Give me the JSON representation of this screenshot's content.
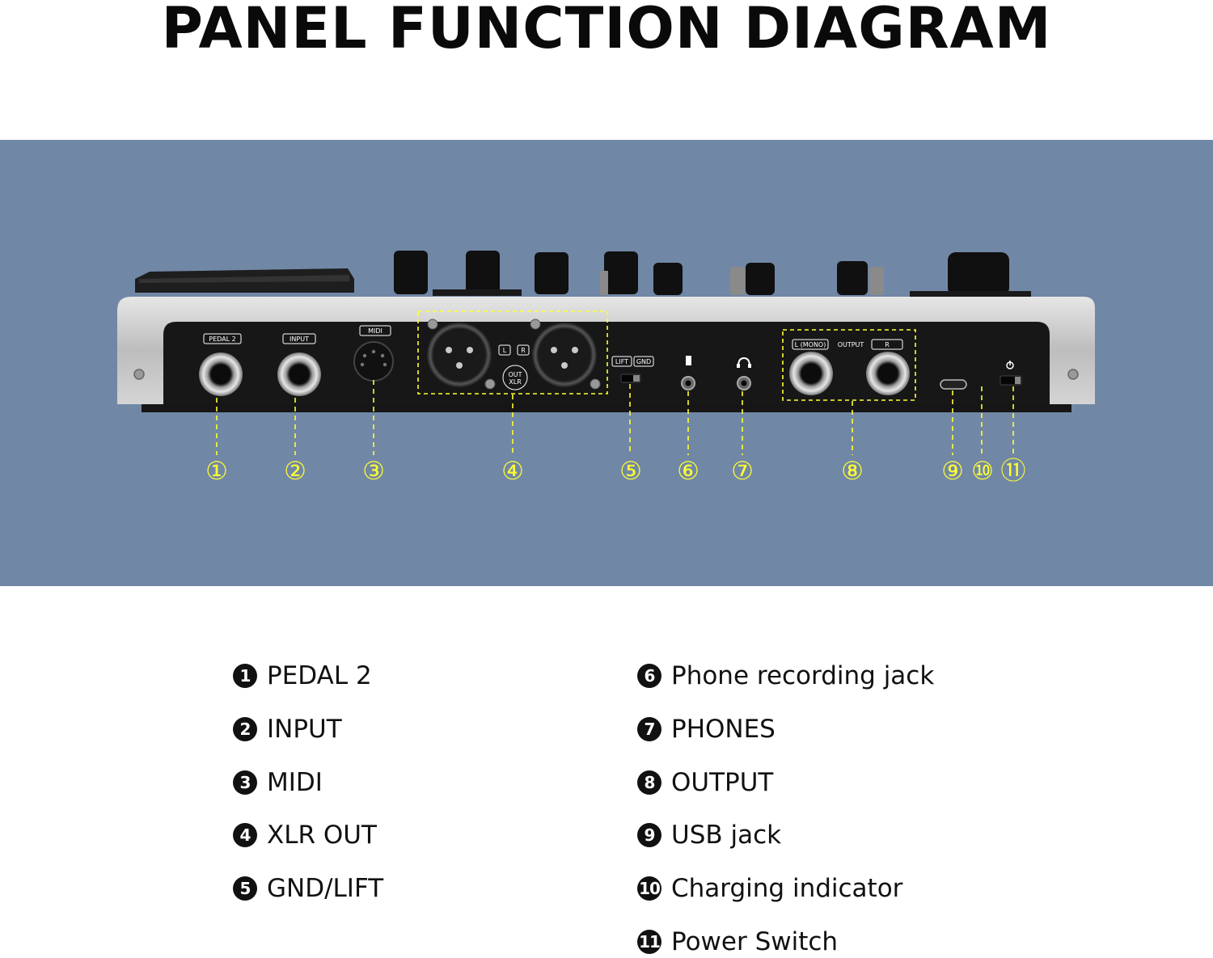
{
  "title": "PANEL FUNCTION DIAGRAM",
  "colors": {
    "background": "#7187a6",
    "callout": "#ffff33",
    "panel": "#171717",
    "chassis": "#c4c4c4"
  },
  "panel_labels": {
    "pedal2": "PEDAL 2",
    "input": "INPUT",
    "midi": "MIDI",
    "l": "L",
    "r": "R",
    "out_xlr_1": "OUT",
    "out_xlr_2": "XLR",
    "lift": "LIFT",
    "gnd": "GND",
    "l_mono": "L (MONO)",
    "output": "OUTPUT",
    "out_r": "R"
  },
  "callouts": [
    "①",
    "②",
    "③",
    "④",
    "⑤",
    "⑥",
    "⑦",
    "⑧",
    "⑨",
    "⑩",
    "⑪"
  ],
  "legend": [
    {
      "num": "1",
      "label": "PEDAL 2"
    },
    {
      "num": "2",
      "label": "INPUT"
    },
    {
      "num": "3",
      "label": "MIDI"
    },
    {
      "num": "4",
      "label": "XLR OUT"
    },
    {
      "num": "5",
      "label": "GND/LIFT"
    },
    {
      "num": "6",
      "label": "Phone recording jack"
    },
    {
      "num": "7",
      "label": "PHONES"
    },
    {
      "num": "8",
      "label": "OUTPUT"
    },
    {
      "num": "9",
      "label": "USB jack"
    },
    {
      "num": "10",
      "label": "Charging indicator"
    },
    {
      "num": "11",
      "label": "Power Switch"
    }
  ]
}
